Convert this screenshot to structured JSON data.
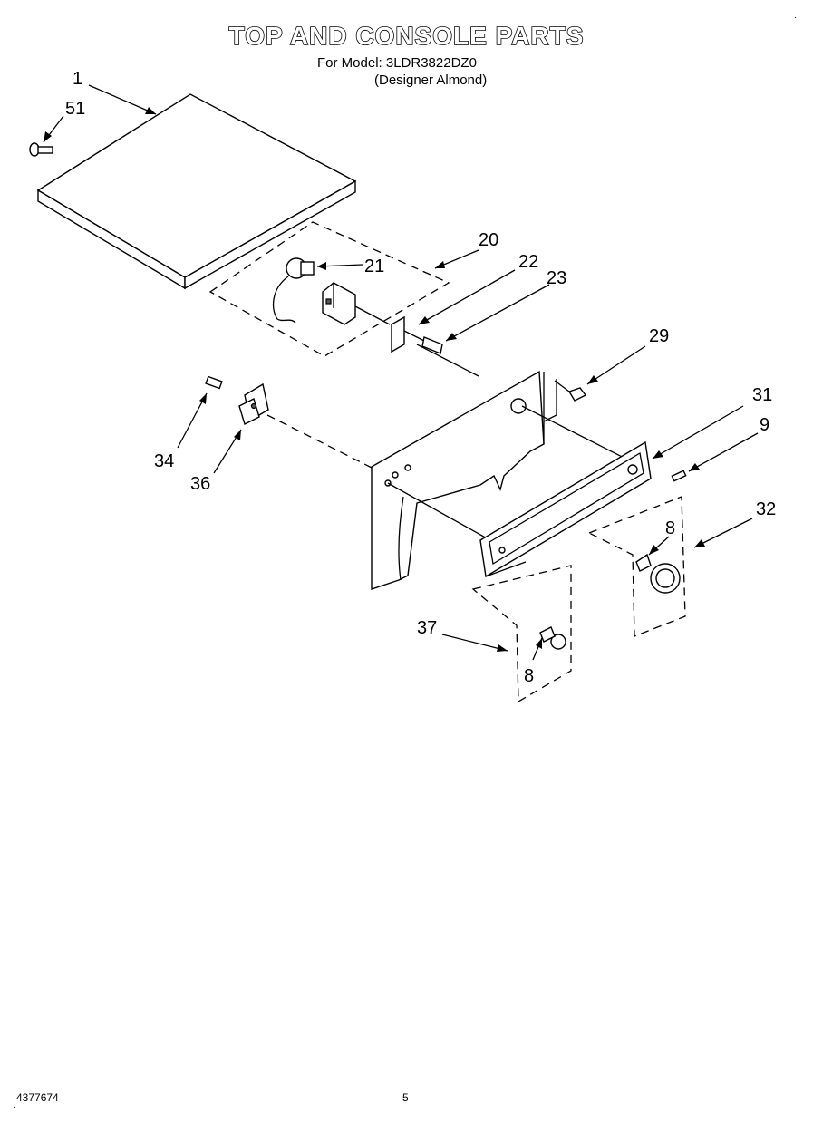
{
  "header": {
    "title": "TOP AND CONSOLE PARTS",
    "model_line": "For Model: 3LDR3822DZ0",
    "color_line": "(Designer Almond)"
  },
  "footer": {
    "doc_number": "4377674",
    "page_number": "5"
  },
  "corner_marks": {
    "top_right": "·",
    "bottom_left": "·"
  },
  "callouts": {
    "c1": "1",
    "c51": "51",
    "c20": "20",
    "c21": "21",
    "c22": "22",
    "c23": "23",
    "c29": "29",
    "c31": "31",
    "c9": "9",
    "c34": "34",
    "c36": "36",
    "c32": "32",
    "c8a": "8",
    "c37": "37",
    "c8b": "8"
  }
}
